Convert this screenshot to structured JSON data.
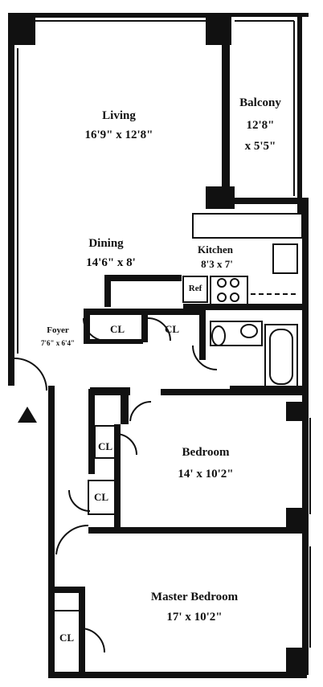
{
  "rooms": {
    "living": {
      "name": "Living",
      "size": "16'9\" x 12'8\""
    },
    "balcony": {
      "name": "Balcony",
      "size_line1": "12'8\"",
      "size_line2": "x 5'5\""
    },
    "dining": {
      "name": "Dining",
      "size": "14'6\" x 8'"
    },
    "kitchen": {
      "name": "Kitchen",
      "size": "8'3 x 7'"
    },
    "foyer": {
      "name": "Foyer",
      "size": "7'6\" x 6'4\""
    },
    "bedroom": {
      "name": "Bedroom",
      "size": "14' x 10'2\""
    },
    "master_bedroom": {
      "name": "Master Bedroom",
      "size": "17' x 10'2\""
    }
  },
  "labels": {
    "ref": "Ref",
    "closet": "CL"
  }
}
